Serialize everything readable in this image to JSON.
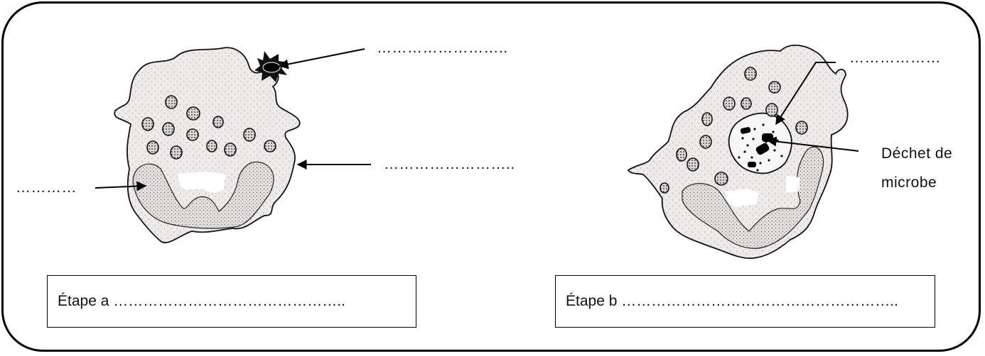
{
  "labels": {
    "a_top": "……………………..",
    "a_right": "……………………..",
    "a_left": "…………",
    "b_top": "………………",
    "b_waste_line1": "Déchet de",
    "b_waste_line2": "microbe"
  },
  "boxes": {
    "a": "Étape a  ………………………………………..",
    "b": "Étape b ……………………………………………….."
  }
}
